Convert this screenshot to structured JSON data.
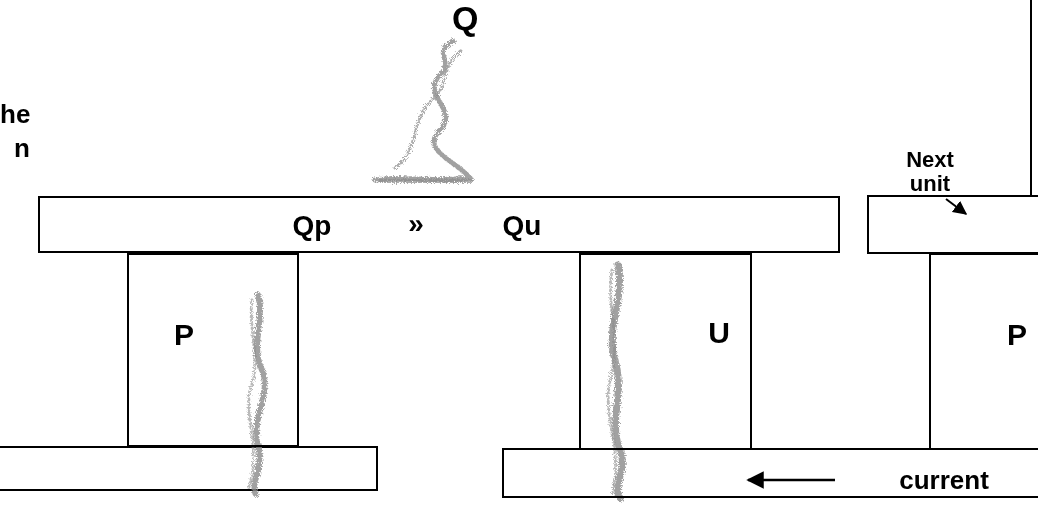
{
  "diagram": {
    "nodes": [
      {
        "text": [
          "Qp",
          "»",
          "Qu"
        ]
      },
      {
        "text": [
          "P"
        ]
      },
      {
        "text": [
          "U"
        ]
      },
      {
        "text": [
          "P"
        ]
      },
      {
        "text": [
          "current"
        ]
      }
    ],
    "labels": [
      "Q",
      "Next unit",
      "he",
      "n"
    ]
  }
}
